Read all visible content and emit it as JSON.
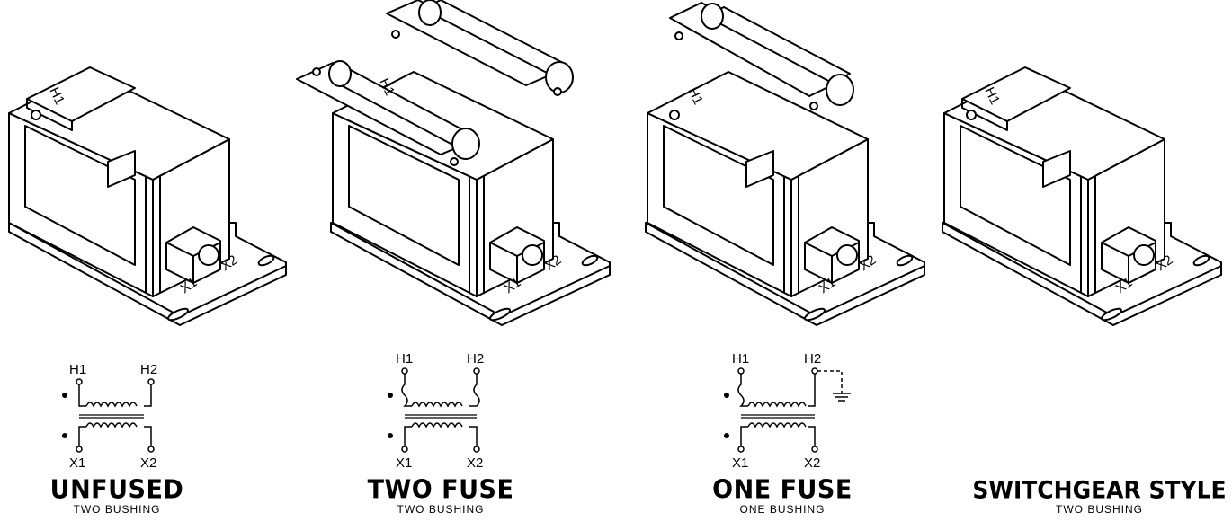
{
  "panels": [
    {
      "title": "UNFUSED",
      "subtitle": "TWO BUSHING",
      "body_label": "H1",
      "bushing_labels": [
        "X1",
        "X2"
      ],
      "schematic": {
        "primary_left": "H1",
        "primary_right": "H2",
        "secondary_left": "X1",
        "secondary_right": "X2",
        "fuses": "none"
      }
    },
    {
      "title": "TWO FUSE",
      "subtitle": "TWO BUSHING",
      "body_label": "H1",
      "bushing_labels": [
        "X1",
        "X2"
      ],
      "schematic": {
        "primary_left": "H1",
        "primary_right": "H2",
        "secondary_left": "X1",
        "secondary_right": "X2",
        "fuses": "two"
      }
    },
    {
      "title": "ONE FUSE",
      "subtitle": "ONE BUSHING",
      "body_label": "H1",
      "bushing_labels": [
        "X1",
        "X2"
      ],
      "schematic": {
        "primary_left": "H1",
        "primary_right": "H2",
        "secondary_left": "X1",
        "secondary_right": "X2",
        "fuses": "one",
        "grounded": "H2"
      }
    },
    {
      "title": "SWITCHGEAR STYLE",
      "subtitle": "TWO BUSHING",
      "body_label": "H1",
      "bushing_labels": [
        "X1",
        "X2"
      ]
    }
  ]
}
